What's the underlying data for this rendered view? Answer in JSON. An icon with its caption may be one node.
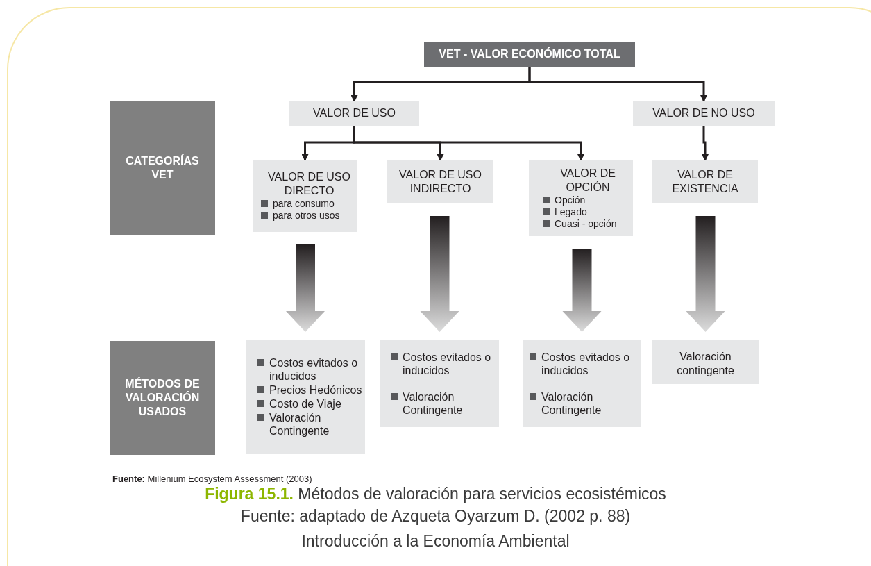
{
  "diagram": {
    "caption": "**Figura 15.1.** Métodos de valoración para servicios ecosistémicos",
    "nodes": [
      {
        "text": [
          "VET - VALOR ECONÓMICO TOTAL"
        ]
      },
      {
        "text": [
          "VALOR DE USO"
        ]
      },
      {
        "text": [
          "VALOR DE NO USO"
        ]
      },
      {
        "text": [
          "CATEGORÍAS VET"
        ]
      },
      {
        "text": [
          "VALOR DE USO DIRECTO",
          "para consumo",
          "para otros usos"
        ]
      },
      {
        "text": [
          "VALOR DE USO INDIRECTO"
        ]
      },
      {
        "text": [
          "VALOR DE OPCIÓN",
          "Opción",
          "Legado",
          "Cuasi - opción"
        ]
      },
      {
        "text": [
          "VALOR DE EXISTENCIA"
        ]
      },
      {
        "text": [
          "MÉTODOS DE VALORACIÓN USADOS"
        ]
      },
      {
        "text": [
          "Costos evitados o inducidos",
          "Precios Hedónicos",
          "Costo de Viaje",
          "Valoración Contingente"
        ]
      },
      {
        "text": [
          "Costos evitados o inducidos",
          "Valoración Contingente"
        ]
      },
      {
        "text": [
          "Costos evitados o inducidos",
          "Valoración Contingente"
        ]
      },
      {
        "text": [
          "Valoración contingente"
        ]
      }
    ],
    "edges": [
      {
        "from": 0,
        "to": 1,
        "arrow": "to"
      },
      {
        "from": 0,
        "to": 2,
        "arrow": "to"
      },
      {
        "from": 1,
        "to": 4,
        "arrow": "to"
      },
      {
        "from": 1,
        "to": 5,
        "arrow": "to"
      },
      {
        "from": 1,
        "to": 6,
        "arrow": "to"
      },
      {
        "from": 2,
        "to": 7,
        "arrow": "to"
      },
      {
        "from": 4,
        "to": 9,
        "arrow": "to",
        "style": "thick"
      },
      {
        "from": 5,
        "to": 10,
        "arrow": "to",
        "style": "thick"
      },
      {
        "from": 6,
        "to": 11,
        "arrow": "to",
        "style": "thick"
      },
      {
        "from": 7,
        "to": 12,
        "arrow": "to",
        "style": "thick"
      }
    ],
    "labels": [
      "**Fuente:** Millenium Ecosystem Assessment (2003)",
      "Fuente: adaptado de Azqueta Oyarzum D. (2002 p. 88)",
      "Introducción a la Economía Ambiental"
    ]
  }
}
